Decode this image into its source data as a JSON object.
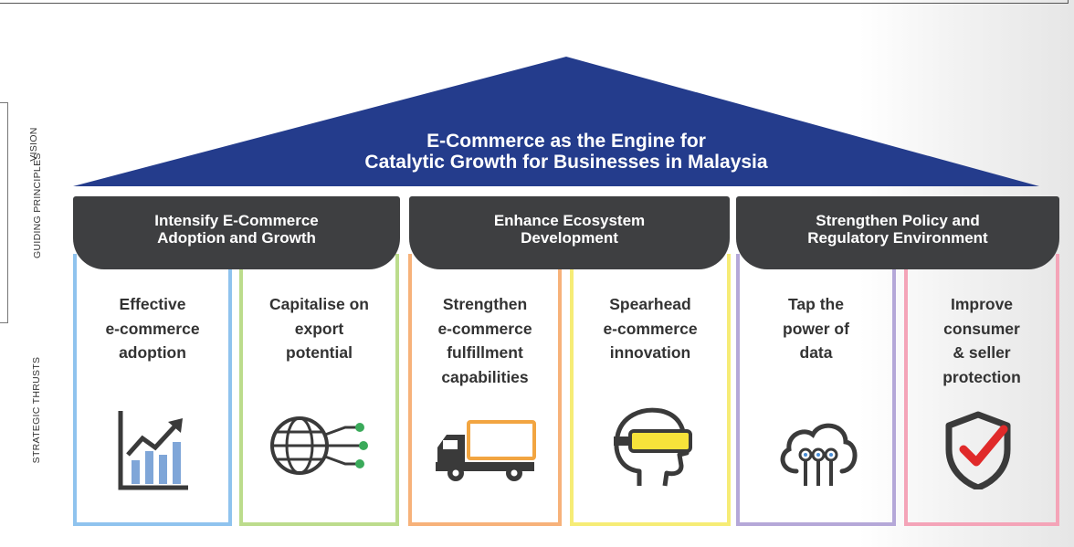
{
  "side_labels": {
    "vision": "VISION",
    "guiding": "GUIDING PRINCIPLES",
    "strategic": "STRATEGIC THRUSTS"
  },
  "vision": {
    "line1": "E-Commerce as the Engine for",
    "line2": "Catalytic Growth for Businesses in Malaysia",
    "color": "#243c8c"
  },
  "principles": [
    {
      "line1": "Intensify E-Commerce",
      "line2": "Adoption and Growth"
    },
    {
      "line1": "Enhance Ecosystem",
      "line2": "Development"
    },
    {
      "line1": "Strengthen Policy and",
      "line2": "Regulatory Environment"
    }
  ],
  "thrusts": [
    {
      "lines": [
        "Effective",
        "e-commerce",
        "adoption"
      ],
      "border_color": "#8fc3ee",
      "icon": "growth-chart-icon"
    },
    {
      "lines": [
        "Capitalise on",
        "export",
        "potential"
      ],
      "border_color": "#bcdc8c",
      "icon": "globe-network-icon"
    },
    {
      "lines": [
        "Strengthen",
        "e-commerce",
        "fulfillment",
        "capabilities"
      ],
      "border_color": "#f7b27a",
      "icon": "delivery-truck-icon"
    },
    {
      "lines": [
        "Spearhead",
        "e-commerce",
        "innovation"
      ],
      "border_color": "#f6ec76",
      "icon": "vr-headset-icon"
    },
    {
      "lines": [
        "Tap the",
        "power of",
        "data"
      ],
      "border_color": "#b5a8d8",
      "icon": "cloud-data-icon"
    },
    {
      "lines": [
        "Improve",
        "consumer",
        "& seller",
        "protection"
      ],
      "border_color": "#f4a4b8",
      "icon": "shield-check-icon"
    }
  ]
}
